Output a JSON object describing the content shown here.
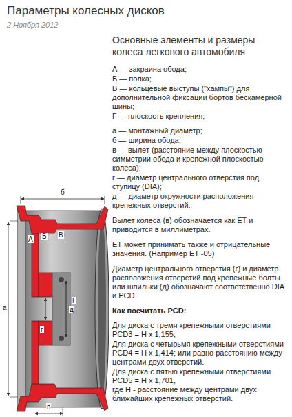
{
  "diagram": {
    "title": "Параметры колесных дисков",
    "labels": [
      "2 Ноября 2012",
      "Основные элементы и размеры колеса легкового автомобиля",
      "А — закраина обода;",
      "Б — полка;",
      "В — кольцевые выступы (\"хампы\") для дополнительной фиксации бортов бескамерной шины;",
      "Г — плоскость крепления;",
      "а — монтажный диаметр;",
      "б — ширина обода;",
      "в — вылет (расстояние между плоскостью симметрии обода и крепежной плоскостью колеса);",
      "г — диаметр центрального отверстия под ступицу (DIA);",
      "д — диаметр окружности расположения крепежных отверстий.",
      "Вылет колеса (в) обозначается как ET и приводится в миллиметрах.",
      "ET может принимать также и отрицательные значения. (Например ET -05)",
      "Диаметр центрального отверстия (г) и диаметр расположения отверстий под крепежные болты или шпильки (д) обозначают соответственно DIA и PCD.",
      "Как посчитать PCD:",
      "Для диска с тремя крепежными отверстиями PCD3 = H x 1,155;",
      "Для диска с четырьмя крепежными отверстиями PCD4 = H x 1,414; или равно расстоянию между центрами двух отверстий.",
      "Для диска с пятью крепежными отверстиями PCD5 = H x 1,701,",
      "где H - расстояние между центрами двух ближайших крепежных отверстий.",
      "б",
      "А",
      "Б",
      "В",
      "Г",
      "г",
      "д",
      "а",
      "в"
    ]
  }
}
